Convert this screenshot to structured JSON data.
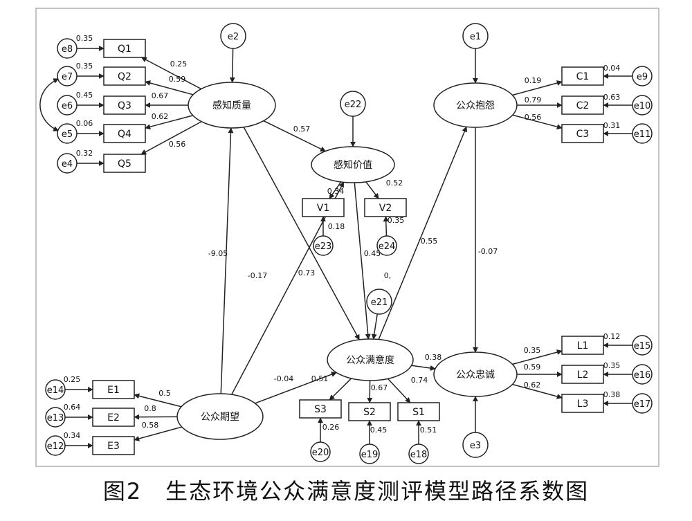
{
  "caption": "图2　生态环境公众满意度测评模型路径系数图",
  "diagram": {
    "nodes": [
      {
        "id": "perc_quality",
        "label": "感知质量"
      },
      {
        "id": "perc_value",
        "label": "感知价值"
      },
      {
        "id": "complaint",
        "label": "公众抱怨"
      },
      {
        "id": "satisfaction",
        "label": "公众满意度"
      },
      {
        "id": "loyalty",
        "label": "公众忠诚"
      },
      {
        "id": "expectation",
        "label": "公众期望"
      },
      {
        "id": "Q1",
        "label": "Q1"
      },
      {
        "id": "Q2",
        "label": "Q2"
      },
      {
        "id": "Q3",
        "label": "Q3"
      },
      {
        "id": "Q4",
        "label": "Q4"
      },
      {
        "id": "Q5",
        "label": "Q5"
      },
      {
        "id": "V1",
        "label": "V1"
      },
      {
        "id": "V2",
        "label": "V2"
      },
      {
        "id": "C1",
        "label": "C1"
      },
      {
        "id": "C2",
        "label": "C2"
      },
      {
        "id": "C3",
        "label": "C3"
      },
      {
        "id": "L1",
        "label": "L1"
      },
      {
        "id": "L2",
        "label": "L2"
      },
      {
        "id": "L3",
        "label": "L3"
      },
      {
        "id": "E1",
        "label": "E1"
      },
      {
        "id": "E2",
        "label": "E2"
      },
      {
        "id": "E3",
        "label": "E3"
      },
      {
        "id": "S1",
        "label": "S1"
      },
      {
        "id": "S2",
        "label": "S2"
      },
      {
        "id": "S3",
        "label": "S3"
      },
      {
        "id": "e1",
        "label": "e1"
      },
      {
        "id": "e2",
        "label": "e2"
      },
      {
        "id": "e3",
        "label": "e3"
      },
      {
        "id": "e4",
        "label": "e4"
      },
      {
        "id": "e5",
        "label": "e5"
      },
      {
        "id": "e6",
        "label": "e6"
      },
      {
        "id": "e7",
        "label": "e7"
      },
      {
        "id": "e8",
        "label": "e8"
      },
      {
        "id": "e9",
        "label": "e9"
      },
      {
        "id": "e10",
        "label": "e10"
      },
      {
        "id": "e11",
        "label": "e11"
      },
      {
        "id": "e12",
        "label": "e12"
      },
      {
        "id": "e13",
        "label": "e13"
      },
      {
        "id": "e14",
        "label": "e14"
      },
      {
        "id": "e15",
        "label": "e15"
      },
      {
        "id": "e16",
        "label": "e16"
      },
      {
        "id": "e17",
        "label": "e17"
      },
      {
        "id": "e18",
        "label": "e18"
      },
      {
        "id": "e19",
        "label": "e19"
      },
      {
        "id": "e20",
        "label": "e20"
      },
      {
        "id": "e21",
        "label": "e21"
      },
      {
        "id": "e22",
        "label": "e22"
      },
      {
        "id": "e23",
        "label": "e23"
      },
      {
        "id": "e24",
        "label": "e24"
      }
    ],
    "edges": [
      {
        "from": "perc_quality",
        "to": "Q1",
        "label": "0.25"
      },
      {
        "from": "perc_quality",
        "to": "Q2",
        "label": "0.59"
      },
      {
        "from": "perc_quality",
        "to": "Q3",
        "label": "0.67"
      },
      {
        "from": "perc_quality",
        "to": "Q4",
        "label": "0.62"
      },
      {
        "from": "perc_quality",
        "to": "Q5",
        "label": "0.56"
      },
      {
        "from": "e8",
        "to": "Q1",
        "label": "0.35"
      },
      {
        "from": "e7",
        "to": "Q2",
        "label": "0.35"
      },
      {
        "from": "e6",
        "to": "Q3",
        "label": "0.45"
      },
      {
        "from": "e5",
        "to": "Q4",
        "label": "0.06"
      },
      {
        "from": "e4",
        "to": "Q5",
        "label": "0.32"
      },
      {
        "from": "e7",
        "to": "e5",
        "label": ""
      },
      {
        "from": "e2",
        "to": "perc_quality",
        "label": ""
      },
      {
        "from": "perc_quality",
        "to": "perc_value",
        "label": "0.57"
      },
      {
        "from": "perc_quality",
        "to": "satisfaction",
        "label": "0.73"
      },
      {
        "from": "e22",
        "to": "perc_value",
        "label": ""
      },
      {
        "from": "perc_value",
        "to": "V1",
        "label": "0.34"
      },
      {
        "from": "perc_value",
        "to": "V2",
        "label": "0.52"
      },
      {
        "from": "e23",
        "to": "V1",
        "label": "0.18"
      },
      {
        "from": "e24",
        "to": "V2",
        "label": "0.35"
      },
      {
        "from": "perc_value",
        "to": "satisfaction",
        "label": "0.45"
      },
      {
        "from": "expectation",
        "to": "perc_quality",
        "label": "-9.05"
      },
      {
        "from": "expectation",
        "to": "perc_value",
        "label": "-0.17"
      },
      {
        "from": "expectation",
        "to": "satisfaction",
        "label": "-0.04"
      },
      {
        "from": "expectation",
        "to": "E1",
        "label": "0.5"
      },
      {
        "from": "expectation",
        "to": "E2",
        "label": "0.8"
      },
      {
        "from": "expectation",
        "to": "E3",
        "label": "0.58"
      },
      {
        "from": "e14",
        "to": "E1",
        "label": "0.25"
      },
      {
        "from": "e13",
        "to": "E2",
        "label": "0.64"
      },
      {
        "from": "e12",
        "to": "E3",
        "label": "0.34"
      },
      {
        "from": "e21",
        "to": "satisfaction",
        "label": "0,"
      },
      {
        "from": "satisfaction",
        "to": "complaint",
        "label": "0.55"
      },
      {
        "from": "satisfaction",
        "to": "loyalty",
        "label": "0.38"
      },
      {
        "from": "satisfaction",
        "to": "S3",
        "label": "0.51"
      },
      {
        "from": "satisfaction",
        "to": "S2",
        "label": "0.67"
      },
      {
        "from": "satisfaction",
        "to": "S1",
        "label": "0.74"
      },
      {
        "from": "e20",
        "to": "S3",
        "label": "0.26"
      },
      {
        "from": "e19",
        "to": "S2",
        "label": "0.45"
      },
      {
        "from": "e18",
        "to": "S1",
        "label": "0.51"
      },
      {
        "from": "e1",
        "to": "complaint",
        "label": ""
      },
      {
        "from": "complaint",
        "to": "C1",
        "label": "0.19"
      },
      {
        "from": "complaint",
        "to": "C2",
        "label": "0.79"
      },
      {
        "from": "complaint",
        "to": "C3",
        "label": "0.56"
      },
      {
        "from": "e9",
        "to": "C1",
        "label": "0.04"
      },
      {
        "from": "e10",
        "to": "C2",
        "label": "0.63"
      },
      {
        "from": "e11",
        "to": "C3",
        "label": "0.31"
      },
      {
        "from": "complaint",
        "to": "loyalty",
        "label": "-0.07"
      },
      {
        "from": "e3",
        "to": "loyalty",
        "label": ""
      },
      {
        "from": "loyalty",
        "to": "L1",
        "label": "0.35"
      },
      {
        "from": "loyalty",
        "to": "L2",
        "label": "0.59"
      },
      {
        "from": "loyalty",
        "to": "L3",
        "label": "0.62"
      },
      {
        "from": "e15",
        "to": "L1",
        "label": "0.12"
      },
      {
        "from": "e16",
        "to": "L2",
        "label": "0.35"
      },
      {
        "from": "e17",
        "to": "L3",
        "label": "0.38"
      }
    ]
  }
}
